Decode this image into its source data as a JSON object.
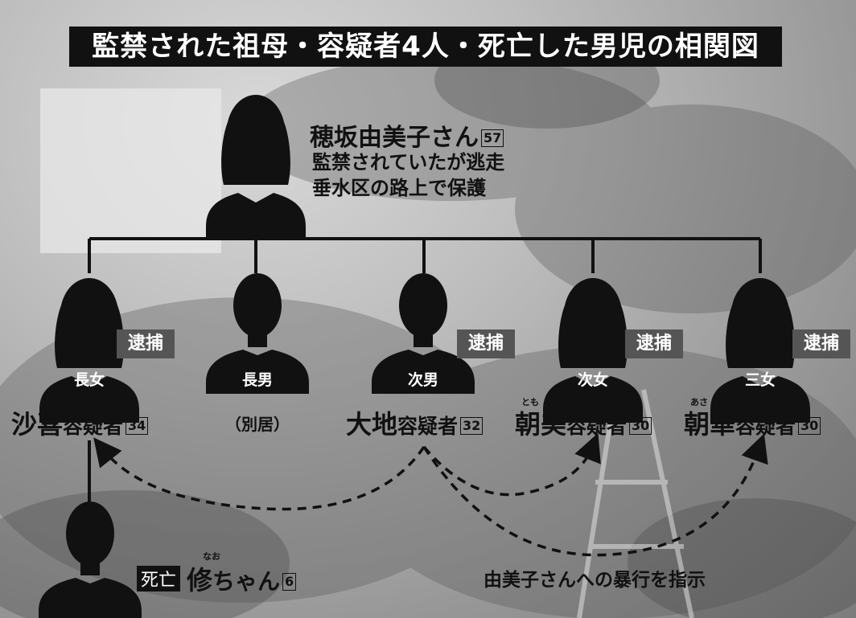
{
  "title": "監禁された祖母・容疑者4人・死亡した男児の相関図",
  "grandmother": {
    "name": "穂坂由美子さん",
    "age": "57",
    "note_line1": "監禁されていたが逃走",
    "note_line2": "垂水区の路上で保護"
  },
  "children": [
    {
      "role": "長女",
      "name": "沙喜",
      "suffix": "容疑者",
      "age": "34",
      "badge": "逮捕",
      "reading": ""
    },
    {
      "role": "長男",
      "name": "（別居）",
      "suffix": "",
      "age": "",
      "badge": "",
      "reading": ""
    },
    {
      "role": "次男",
      "name": "大地",
      "suffix": "容疑者",
      "age": "32",
      "badge": "逮捕",
      "reading": ""
    },
    {
      "role": "次女",
      "name": "朝美",
      "suffix": "容疑者",
      "age": "30",
      "badge": "逮捕",
      "reading": "とも　み"
    },
    {
      "role": "三女",
      "name": "朝華",
      "suffix": "容疑者",
      "age": "30",
      "badge": "逮捕",
      "reading": "あさ　か"
    }
  ],
  "grandchild": {
    "status": "死亡",
    "name": "修",
    "suffix": "ちゃん",
    "age": "6",
    "reading": "なお"
  },
  "instruction_label": "由美子さんへの暴行を指示",
  "colors": {
    "silhouette": "#111111",
    "badge_bg": "#555555",
    "title_bg": "#111111",
    "background": "#a8a8a8"
  }
}
